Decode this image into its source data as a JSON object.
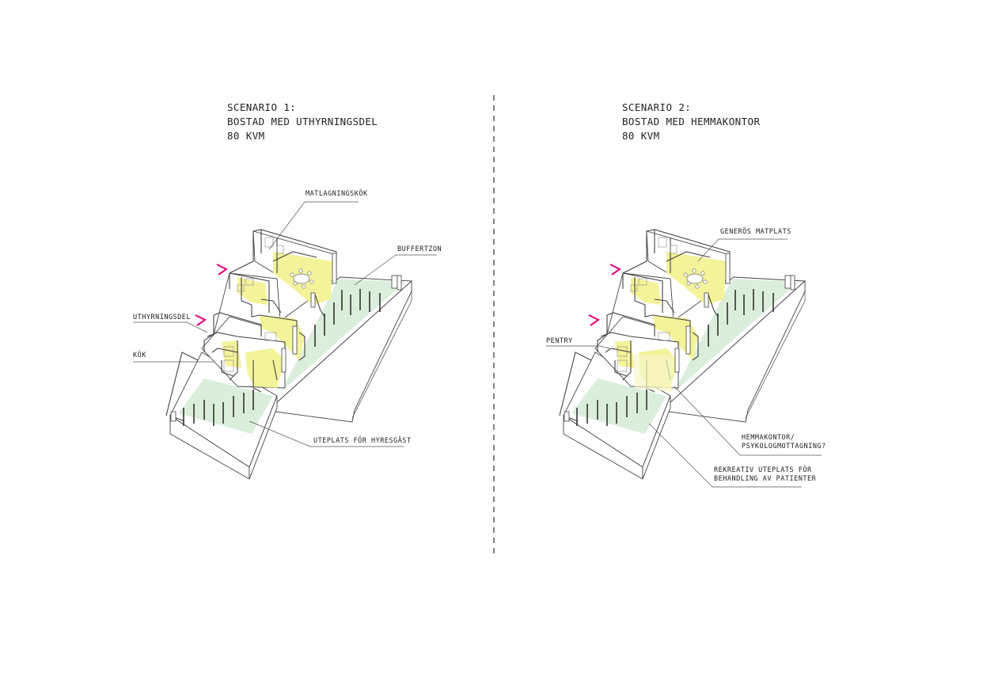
{
  "scenario1": {
    "title_lines": [
      "SCENARIO 1:",
      "BOSTAD MED UTHYRNINGSDEL",
      "80 KVM"
    ],
    "labels": {
      "matlagningskok": "MATLAGNINGSKÖK",
      "buffertzon": "BUFFERTZON",
      "uthyrningsdel": "UTHYRNINGSDEL",
      "kok": "KÖK",
      "uteplats": "UTEPLATS FÖR HYRESGÄST"
    }
  },
  "scenario2": {
    "title_lines": [
      "SCENARIO 2:",
      "BOSTAD MED HEMMAKONTOR",
      "80 KVM"
    ],
    "labels": {
      "matplats": "GENERÖS MATPLATS",
      "pentry": "PENTRY",
      "hemmakontor": [
        "HEMMAKONTOR/",
        "PSYKOLOGMOTTAGNING?"
      ],
      "rekreativ": [
        "REKREATIV UTEPLATS FÖR",
        "BEHANDLING AV PATIENTER"
      ]
    }
  },
  "colors": {
    "accent_magenta": "#e0007a",
    "interior_yellow": "#f3f39a",
    "garden_green": "#dbeedb",
    "line": "#444444"
  }
}
